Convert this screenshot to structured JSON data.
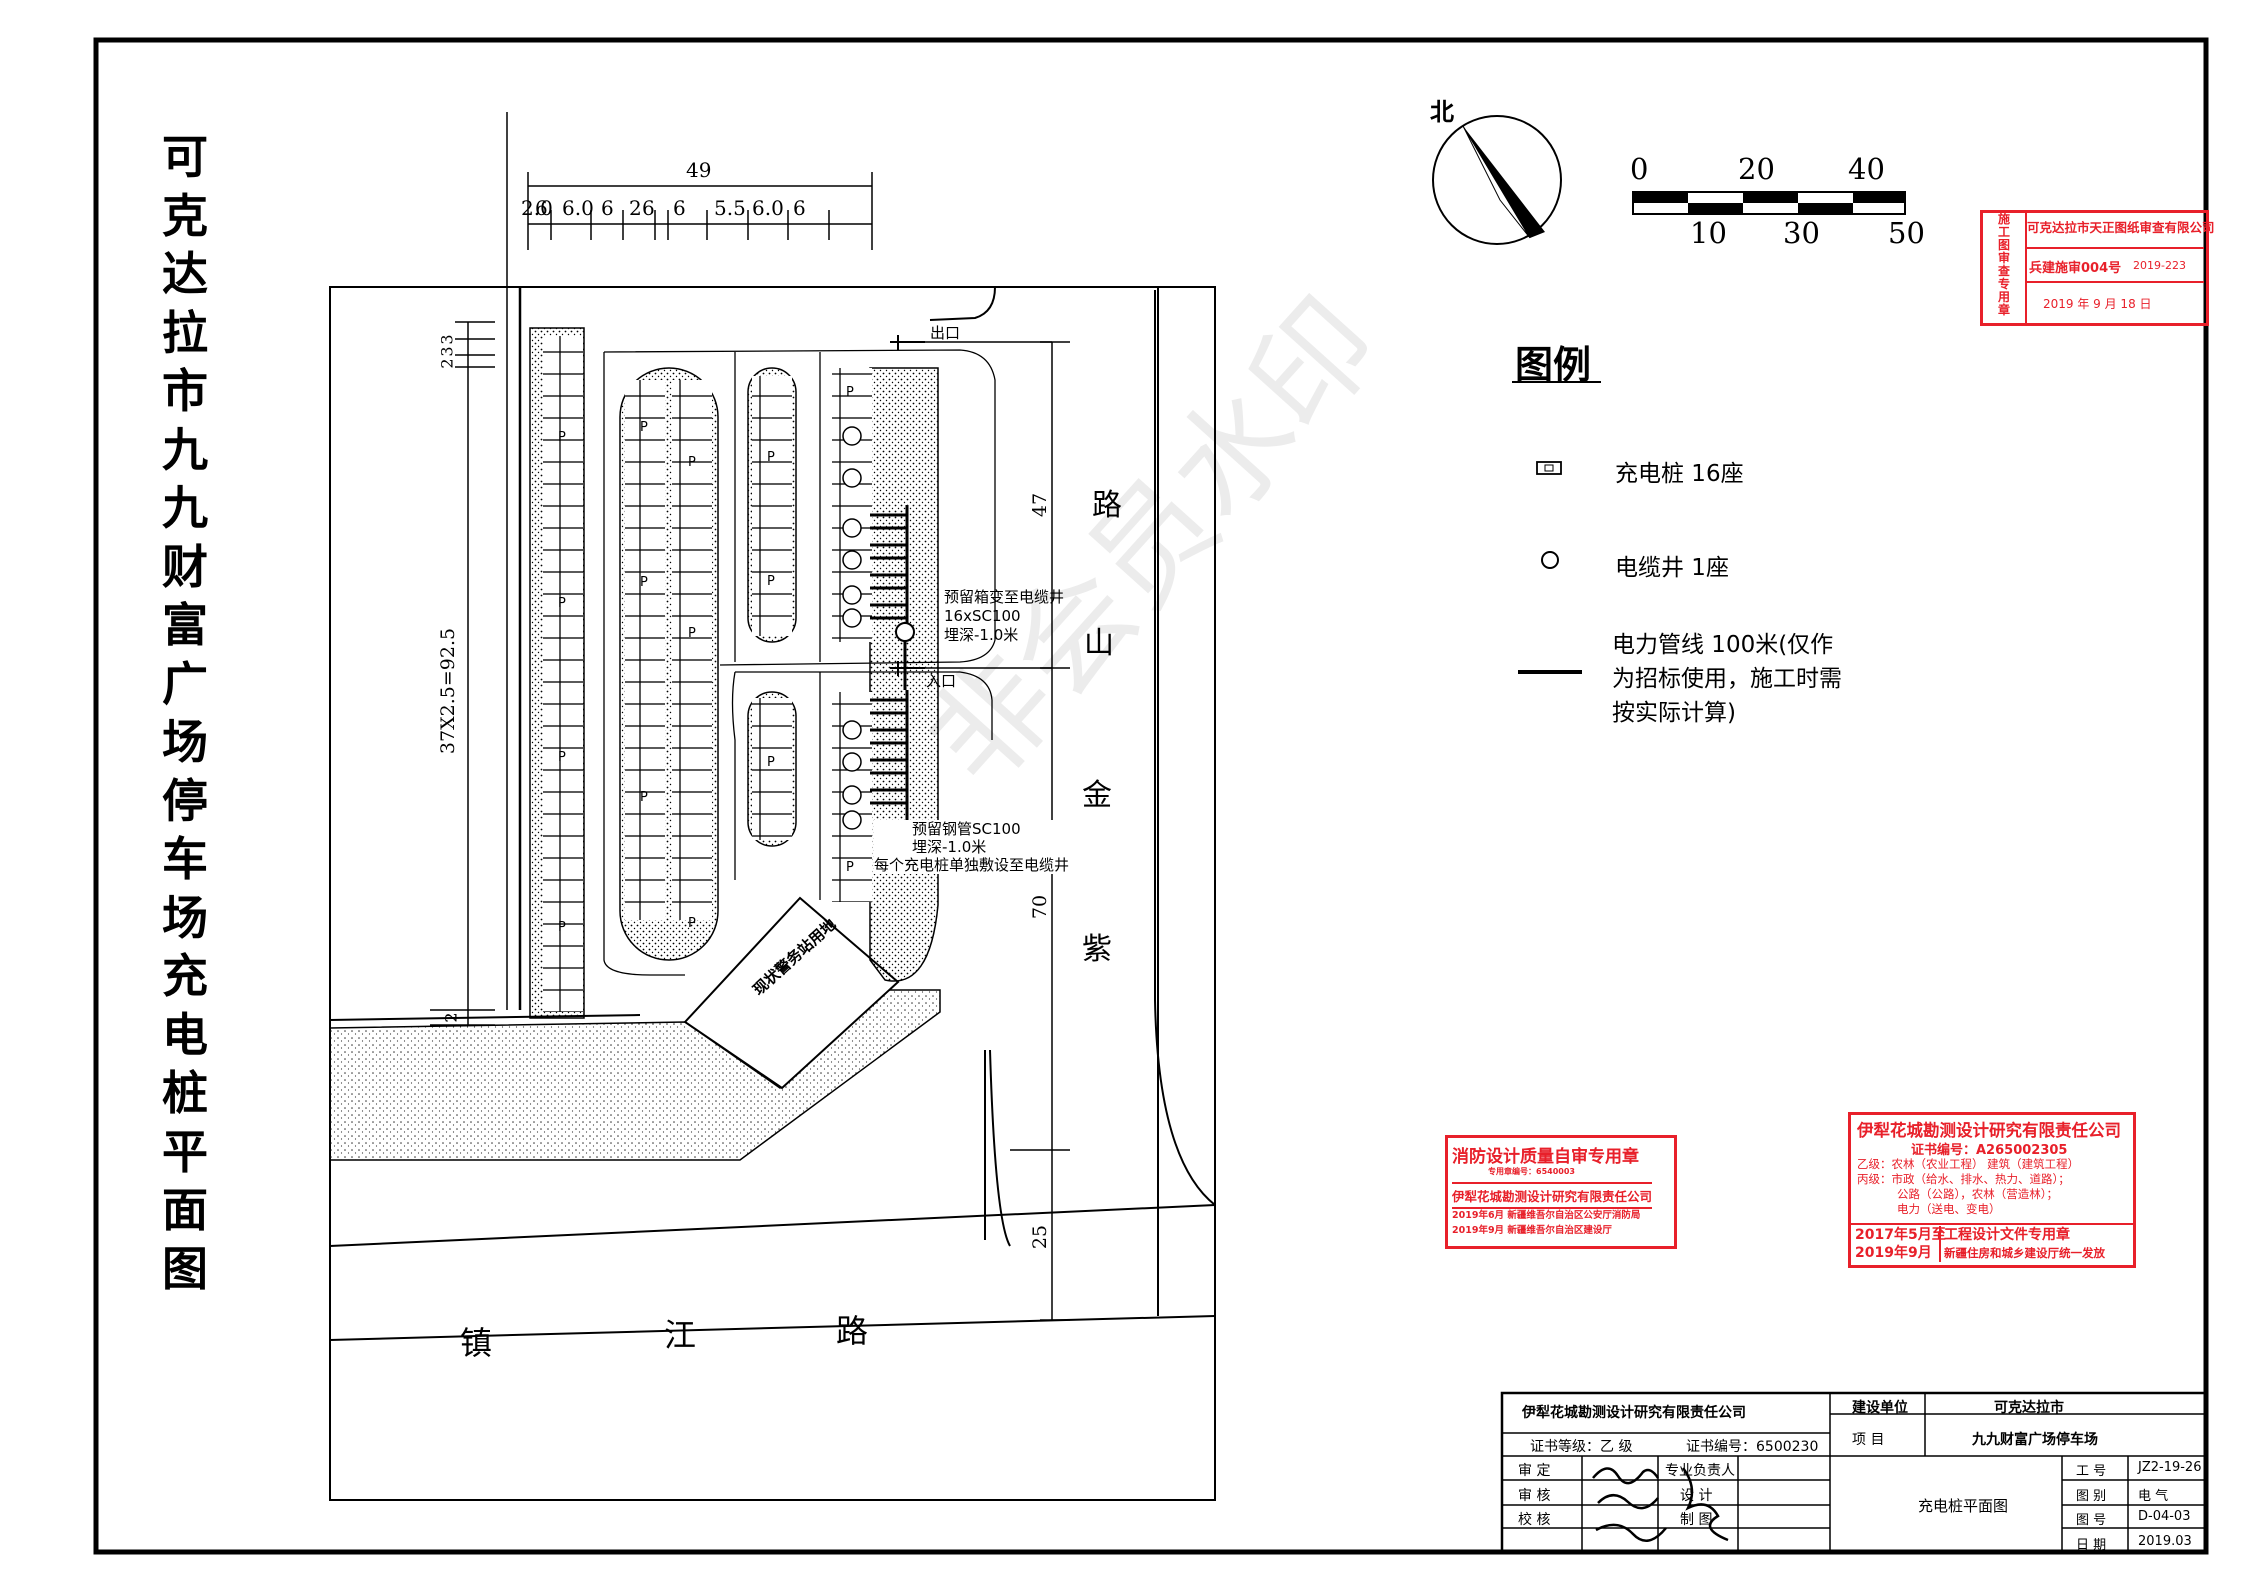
{
  "title_chars": [
    "可",
    "克",
    "达",
    "拉",
    "市",
    "九",
    "九",
    "财",
    "富",
    "广",
    "场",
    "停",
    "车",
    "场",
    "充",
    "电",
    "桩",
    "平",
    "面",
    "图"
  ],
  "north_label": "北",
  "scale_bar": {
    "top_labels": [
      "0",
      "20",
      "40"
    ],
    "bottom_labels": [
      "10",
      "30",
      "50"
    ]
  },
  "legend": {
    "heading": "图例",
    "items": [
      {
        "label": "充电桩  16座",
        "icon": "charging-pile-icon"
      },
      {
        "label": "电缆井  1座",
        "icon": "cable-well-icon"
      },
      {
        "label_lines": [
          "电力管线  100米(仅作",
          "为招标使用，施工时需",
          "按实际计算)"
        ],
        "icon": "power-line-icon"
      }
    ]
  },
  "plan": {
    "dim_total": "49",
    "dim_parts": [
      "2.0",
      "6",
      "6.0",
      "6",
      "2",
      "6",
      "6",
      "5.5",
      "6.0",
      "6"
    ],
    "dim_left_top": "3",
    "dim_left_top2": "3",
    "dim_left_top3": "2",
    "dim_left_main": "37X2.5=92.5",
    "dim_left_bottom": "2",
    "dim_right": [
      "47",
      "70",
      "25"
    ],
    "exit_label": "出口",
    "entry_label": "入口",
    "parking_mark": "P",
    "note1": [
      "预留箱变至电缆井",
      "16xSC100",
      "埋深-1.0米"
    ],
    "note2": [
      "预留钢管SC100",
      "埋深-1.0米",
      "每个充电桩单独敷设至电缆井"
    ],
    "police_label": "现状警务站用地",
    "road_east": [
      "紫",
      "金",
      "山",
      "路"
    ],
    "road_south": [
      "镇",
      "江",
      "路"
    ]
  },
  "stamps": {
    "review": {
      "side": [
        "施",
        "工",
        "图",
        "审",
        "查",
        "专",
        "用",
        "章"
      ],
      "company": "可克达拉市天正图纸审查有限公司",
      "no": "兵建施审004号",
      "no2": "2019-223",
      "date": "2019 年    9 月    18 日"
    },
    "fire": {
      "title": "消防设计质量自审专用章",
      "code": "专用章编号：6540003",
      "company": "伊犁花城勘测设计研究有限责任公司",
      "lines": [
        "2019年6月 新疆维吾尔自治区公安厅消防局",
        "2019年9月 新疆维吾尔自治区建设厅"
      ]
    },
    "design": {
      "title": "伊犁花城勘测设计研究有限责任公司",
      "cert": "证书编号：A265002305",
      "lines": [
        "乙级：农林（农业工程）  建筑（建筑工程）",
        "丙级：市政（给水、排水、热力、道路）；",
        "公路（公路），农林（营造林）；",
        "电力（送电、变电）"
      ],
      "bottom_left": [
        "2017年5月至",
        "2019年9月"
      ],
      "bottom_right": [
        "工程设计文件专用章",
        "新疆住房和城乡建设厅统一发放"
      ]
    }
  },
  "watermark": "非会员水印",
  "title_block": {
    "company": "伊犁花城勘测设计研究有限责任公司",
    "cert_grade": "证书等级：乙  级",
    "cert_no": "证书编号：6500230",
    "client_label": "建设单位",
    "client": "可克达拉市",
    "project_label": "项    目",
    "project": "九九财富广场停车场",
    "approve": "审    定",
    "review": "审    核",
    "check": "校    核",
    "lead": "专业负责人",
    "design": "设    计",
    "draw": "制    图",
    "drawing_name": "充电桩平面图",
    "meta": [
      {
        "label": "工    号",
        "value": "JZ2-19-26"
      },
      {
        "label": "图    别",
        "value": "电    气"
      },
      {
        "label": "图    号",
        "value": "D-04-03"
      },
      {
        "label": "日    期",
        "value": "2019.03"
      }
    ]
  },
  "colors": {
    "stamp_red": "#e8202a",
    "line": "#000000"
  }
}
